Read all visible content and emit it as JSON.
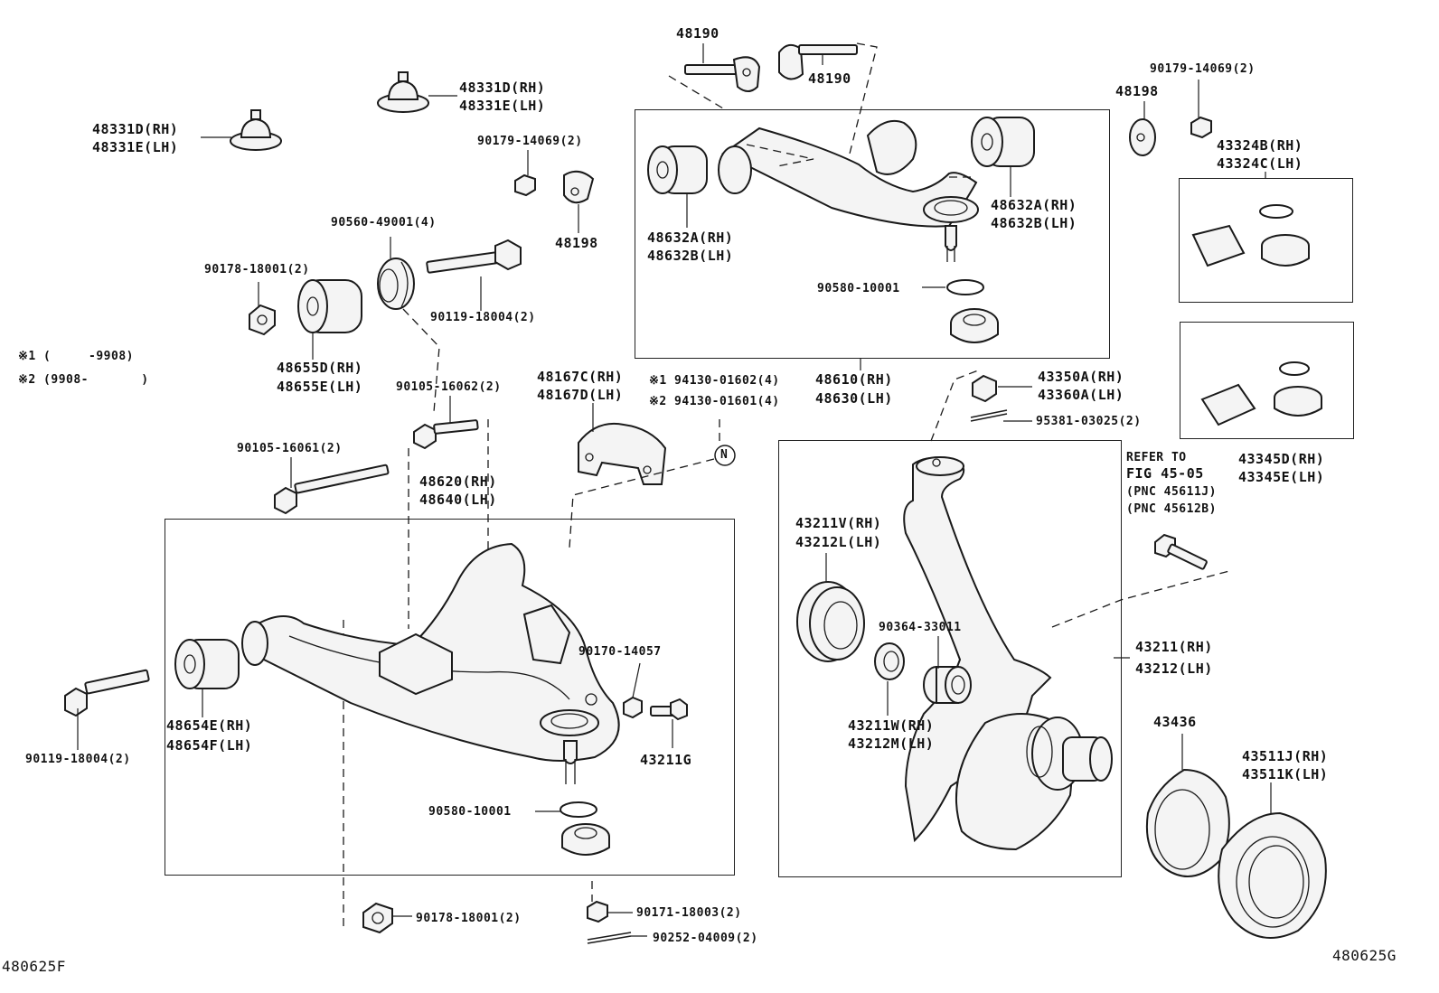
{
  "notes": {
    "note1": "※1 (     -9908)",
    "note2": "※2 (9908-       )"
  },
  "labels": {
    "p48190a": "48190",
    "p48190b": "48190",
    "p48331d_top": "48331D(RH)",
    "p48331e_top": "48331E(LH)",
    "p48331d_left": "48331D(RH)",
    "p48331e_left": "48331E(LH)",
    "p90179_mid": "90179-14069(2)",
    "p48198_mid": "48198",
    "p90179_right": "90179-14069(2)",
    "p48198_right": "48198",
    "p43324b": "43324B(RH)",
    "p43324c": "43324C(LH)",
    "p48632a_left": "48632A(RH)",
    "p48632b_left": "48632B(LH)",
    "p48632a_right": "48632A(RH)",
    "p48632b_right": "48632B(LH)",
    "p90580_upper": "90580-10001",
    "p90560": "90560-49001(4)",
    "p90178_upper": "90178-18001(2)",
    "p90119_upper": "90119-18004(2)",
    "p48655d": "48655D(RH)",
    "p48655e": "48655E(LH)",
    "p90105_16062": "90105-16062(2)",
    "p48167c": "48167C(RH)",
    "p48167d": "48167D(LH)",
    "p94130_1": "※1 94130-01602(4)",
    "p94130_2": "※2 94130-01601(4)",
    "p48610": "48610(RH)",
    "p48630": "48630(LH)",
    "p43350a": "43350A(RH)",
    "p43360a": "43360A(LH)",
    "p95381": "95381-03025(2)",
    "p43345d": "43345D(RH)",
    "p43345e": "43345E(LH)",
    "p90105_16061": "90105-16061(2)",
    "p48620": "48620(RH)",
    "p48640": "48640(LH)",
    "refer1": "REFER TO",
    "refer2": "FIG 45-05",
    "refer3": "(PNC 45611J)",
    "refer4": "(PNC 45612B)",
    "p43211v": "43211V(RH)",
    "p43212l": "43212L(LH)",
    "p90364": "90364-33011",
    "p43211_rh": "43211(RH)",
    "p43212_lh": "43212(LH)",
    "p90170": "90170-14057",
    "p48654e": "48654E(RH)",
    "p48654f": "48654F(LH)",
    "p43211g": "43211G",
    "p90119_lower": "90119-18004(2)",
    "p43211w": "43211W(RH)",
    "p43212m": "43212M(LH)",
    "p43436": "43436",
    "p43511j": "43511J(RH)",
    "p43511k": "43511K(LH)",
    "p90580_lower": "90580-10001",
    "p90178_lower": "90178-18001(2)",
    "p90171": "90171-18003(2)",
    "p90252": "90252-04009(2)",
    "marker_n": "N",
    "footer_left": "480625F",
    "footer_right": "480625G"
  }
}
